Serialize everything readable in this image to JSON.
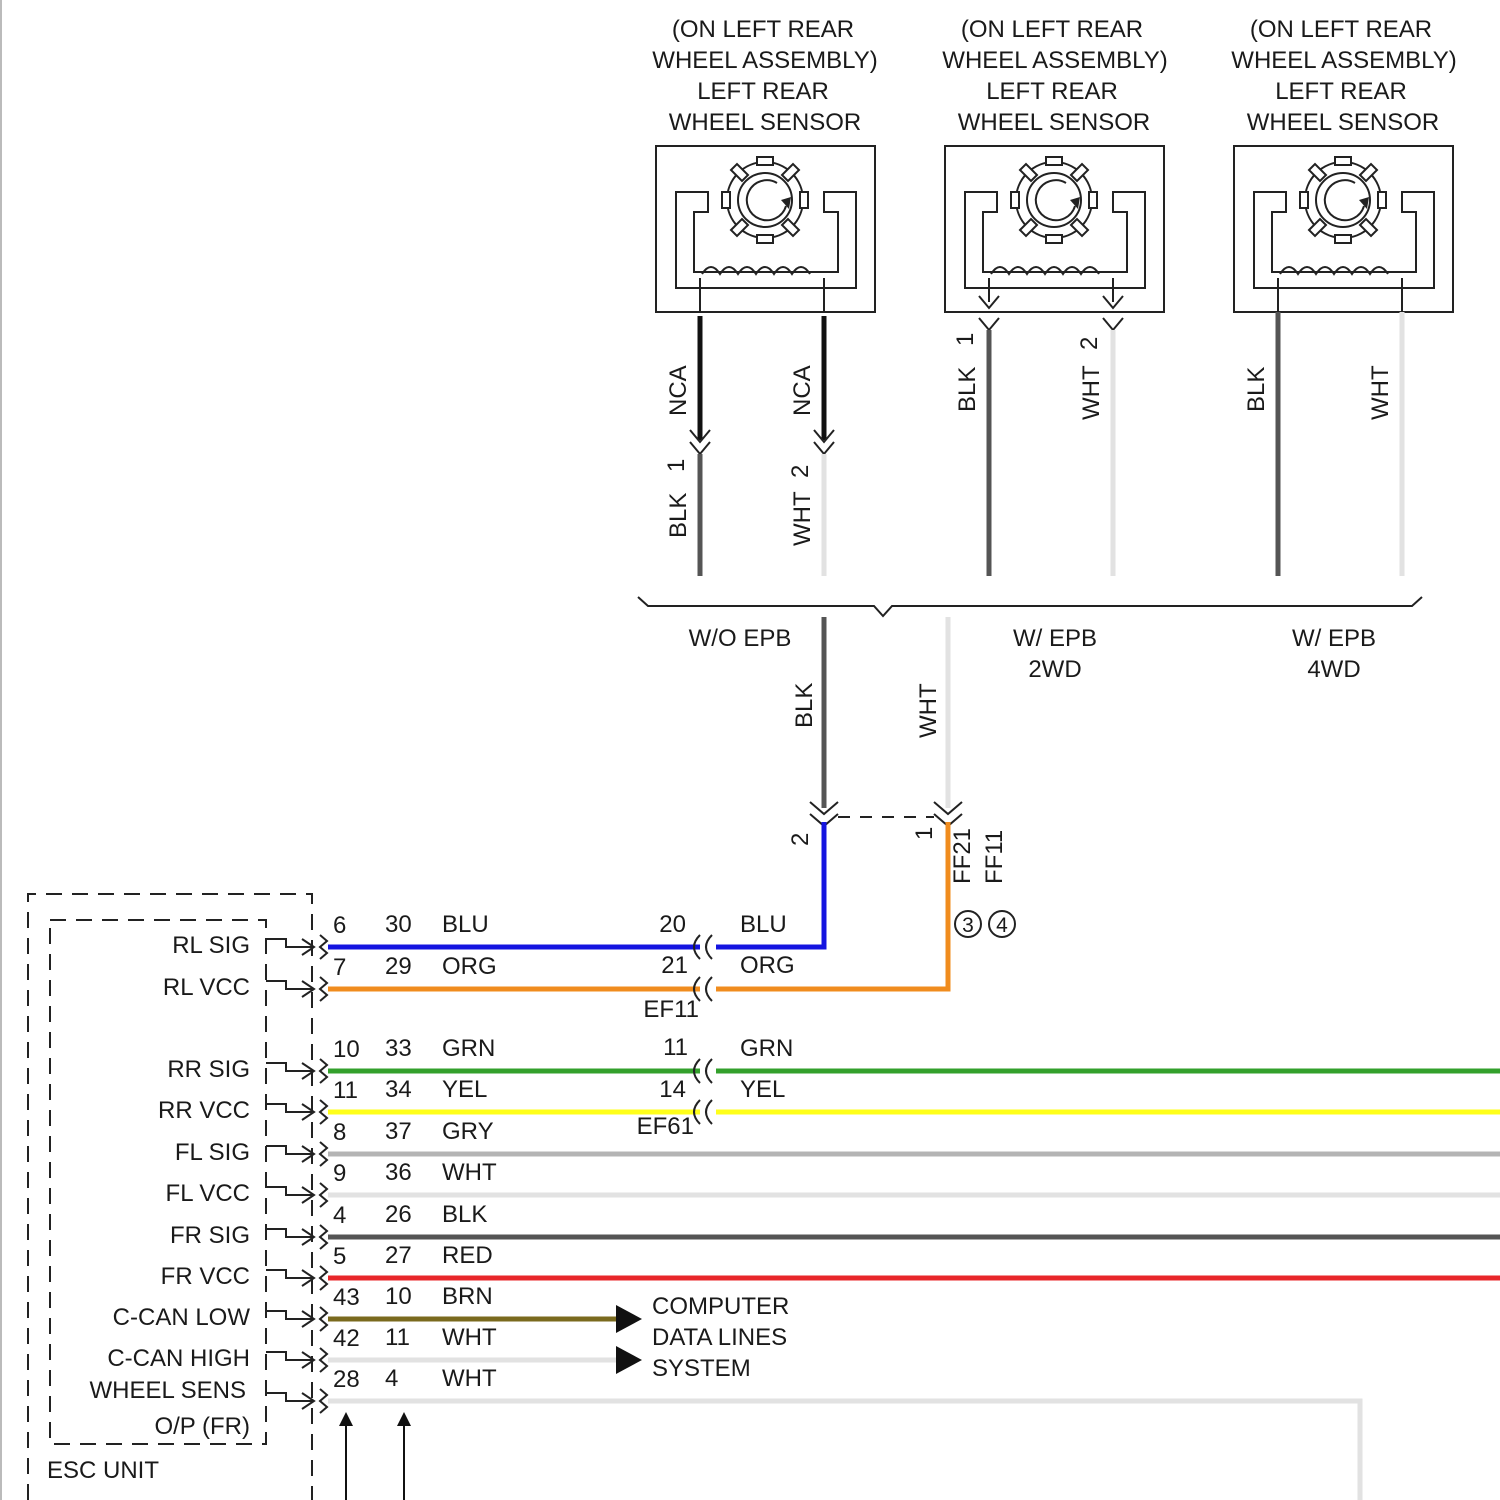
{
  "sensors": [
    {
      "location": [
        "(ON LEFT REAR",
        "WHEEL ASSEMBLY)"
      ],
      "name": [
        "LEFT REAR",
        "WHEEL SENSOR"
      ]
    },
    {
      "location": [
        "(ON LEFT REAR",
        "WHEEL ASSEMBLY)"
      ],
      "name": [
        "LEFT REAR",
        "WHEEL SENSOR"
      ]
    },
    {
      "location": [
        "(ON LEFT REAR",
        "WHEEL ASSEMBLY)"
      ],
      "name": [
        "LEFT REAR",
        "WHEEL SENSOR"
      ]
    }
  ],
  "sensor_wires": {
    "s1": {
      "upper_left": "NCA",
      "upper_right": "NCA",
      "pin_left": "1",
      "pin_right": "2",
      "lower_left": "BLK",
      "lower_right": "WHT"
    },
    "s2": {
      "pin_left": "1",
      "pin_right": "2",
      "left": "BLK",
      "right": "WHT"
    },
    "s3": {
      "left": "BLK",
      "right": "WHT"
    }
  },
  "variants": {
    "v1": [
      "W/O EPB"
    ],
    "v2": [
      "W/ EPB",
      "2WD"
    ],
    "v3": [
      "W/ EPB",
      "4WD"
    ]
  },
  "trunk": {
    "left_color": "BLK",
    "right_color": "WHT",
    "pin_left": "2",
    "pin_right": "1",
    "conn_a": "FF21",
    "conn_b": "FF11",
    "note_a": "3",
    "note_b": "4"
  },
  "inline": {
    "blu_pin": "20",
    "blu_color": "BLU",
    "org_pin": "21",
    "org_color": "ORG",
    "conn1": "EF11",
    "grn_pin": "11",
    "grn_color": "GRN",
    "yel_pin": "14",
    "yel_color": "YEL",
    "conn2": "EF61"
  },
  "esc": {
    "title": "ESC UNIT",
    "pins": [
      {
        "label": [
          "RL SIG"
        ],
        "a": "6",
        "b": "30",
        "color": "BLU"
      },
      {
        "label": [
          "RL VCC"
        ],
        "a": "7",
        "b": "29",
        "color": "ORG"
      },
      {
        "label": [
          "RR SIG"
        ],
        "a": "10",
        "b": "33",
        "color": "GRN"
      },
      {
        "label": [
          "RR VCC"
        ],
        "a": "11",
        "b": "34",
        "color": "YEL"
      },
      {
        "label": [
          "FL SIG"
        ],
        "a": "8",
        "b": "37",
        "color": "GRY"
      },
      {
        "label": [
          "FL VCC"
        ],
        "a": "9",
        "b": "36",
        "color": "WHT"
      },
      {
        "label": [
          "FR SIG"
        ],
        "a": "4",
        "b": "26",
        "color": "BLK"
      },
      {
        "label": [
          "FR VCC"
        ],
        "a": "5",
        "b": "27",
        "color": "RED"
      },
      {
        "label": [
          "C-CAN LOW"
        ],
        "a": "43",
        "b": "10",
        "color": "BRN"
      },
      {
        "label": [
          "C-CAN HIGH"
        ],
        "a": "42",
        "b": "11",
        "color": "WHT"
      },
      {
        "label": [
          "WHEEL SENS",
          "O/P (FR)"
        ],
        "a": "28",
        "b": "4",
        "color": "WHT"
      }
    ]
  },
  "data_lines": [
    "COMPUTER",
    "DATA LINES",
    "SYSTEM"
  ],
  "wire_colors": {
    "BLU": "#1414e0",
    "ORG": "#f08c1e",
    "GRN": "#33a02c",
    "YEL": "#ffff1a",
    "GRY": "#b4b4b4",
    "WHT": "#e2e2e2",
    "BLK": "#555555",
    "RED": "#e8262a",
    "BRN": "#7a6a1e",
    "NCA": "#111111"
  }
}
